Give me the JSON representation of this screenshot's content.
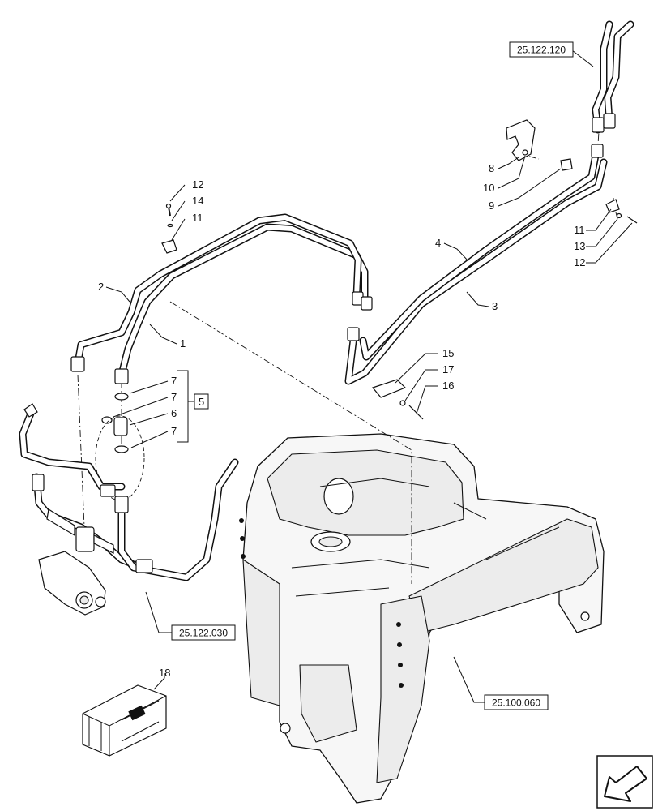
{
  "callouts": [
    {
      "id": "c12a",
      "text": "12"
    },
    {
      "id": "c14",
      "text": "14"
    },
    {
      "id": "c11a",
      "text": "11"
    },
    {
      "id": "c2",
      "text": "2"
    },
    {
      "id": "c1",
      "text": "1"
    },
    {
      "id": "c7a",
      "text": "7"
    },
    {
      "id": "c7b",
      "text": "7"
    },
    {
      "id": "c6",
      "text": "6"
    },
    {
      "id": "c7c",
      "text": "7"
    },
    {
      "id": "c5",
      "text": "5"
    },
    {
      "id": "c8",
      "text": "8"
    },
    {
      "id": "c10",
      "text": "10"
    },
    {
      "id": "c9",
      "text": "9"
    },
    {
      "id": "c4",
      "text": "4"
    },
    {
      "id": "c3",
      "text": "3"
    },
    {
      "id": "c11b",
      "text": "11"
    },
    {
      "id": "c13",
      "text": "13"
    },
    {
      "id": "c12b",
      "text": "12"
    },
    {
      "id": "c15",
      "text": "15"
    },
    {
      "id": "c17",
      "text": "17"
    },
    {
      "id": "c16",
      "text": "16"
    },
    {
      "id": "c18",
      "text": "18"
    }
  ],
  "references": {
    "ref_top": "25.122.120",
    "ref_left": "25.122.030",
    "ref_frame": "25.100.060"
  }
}
